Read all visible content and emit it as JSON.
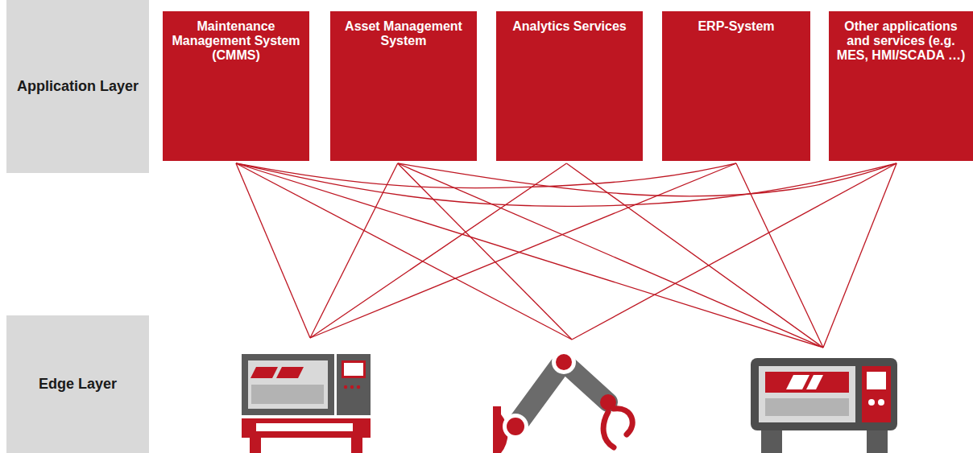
{
  "diagram": {
    "nodes": [
      {
        "text": [
          "Application Layer"
        ]
      },
      {
        "text": [
          "Maintenance Management System (CMMS)"
        ]
      },
      {
        "text": [
          "Asset Management System"
        ]
      },
      {
        "text": [
          "Analytics Services"
        ]
      },
      {
        "text": [
          "ERP-System"
        ]
      },
      {
        "text": [
          "Other applications and services (e.g. MES, HMI/SCADA …)"
        ]
      },
      {
        "text": [
          "Edge Layer"
        ]
      }
    ]
  }
}
